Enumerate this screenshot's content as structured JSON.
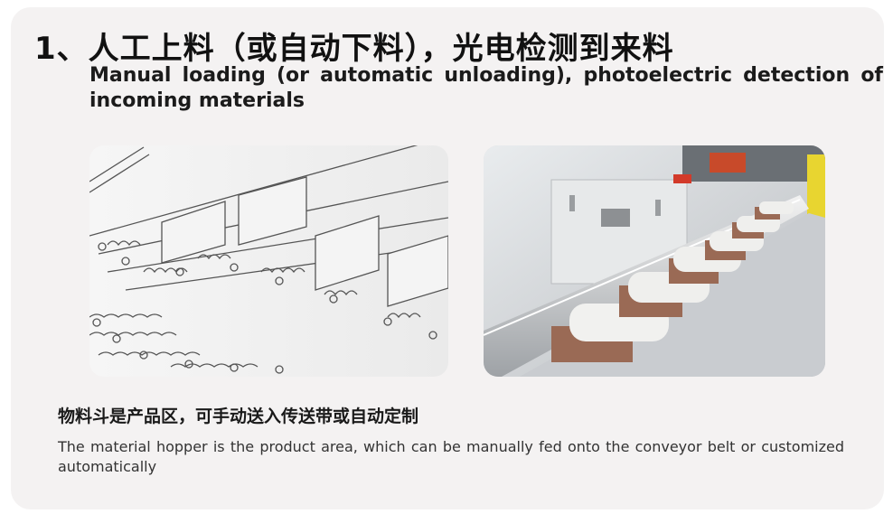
{
  "heading": {
    "cn": "1、人工上料（或自动下料），光电检测到来料",
    "en": "Manual loading (or automatic unloading), photoelectric detection of incoming materials"
  },
  "caption": {
    "cn": "物料斗是产品区，可手动送入传送带或自动定制",
    "en": "The material hopper is the product area, which can be manually fed onto the conveyor belt or customized automatically"
  },
  "images": {
    "left": "conveyor-chain-sketch",
    "right": "loading-conveyor-photo"
  },
  "colors": {
    "card": "#f4f2f2",
    "text": "#111111",
    "machine_yellow": "#e8d530",
    "part_brown": "#9a6a55"
  }
}
